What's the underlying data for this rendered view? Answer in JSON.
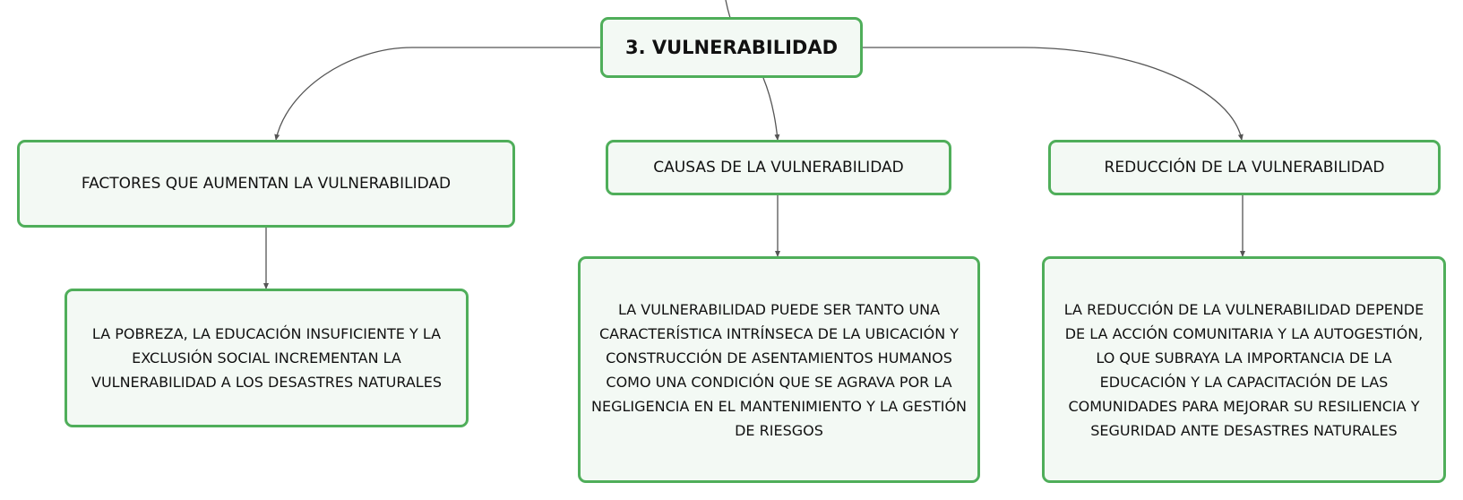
{
  "root": {
    "label": "3. VULNERABILIDAD"
  },
  "branches": [
    {
      "label": "FACTORES QUE AUMENTAN LA VULNERABILIDAD",
      "detail_lines": [
        "LA POBREZA, LA EDUCACIÓN INSUFICIENTE Y LA",
        "EXCLUSIÓN SOCIAL INCREMENTAN LA",
        "VULNERABILIDAD A LOS DESASTRES NATURALES"
      ]
    },
    {
      "label": "CAUSAS DE LA VULNERABILIDAD",
      "detail_lines": [
        "LA VULNERABILIDAD PUEDE SER TANTO UNA",
        "CARACTERÍSTICA INTRÍNSECA DE LA UBICACIÓN Y",
        "CONSTRUCCIÓN DE ASENTAMIENTOS HUMANOS",
        "COMO UNA CONDICIÓN QUE SE AGRAVA POR LA",
        "NEGLIGENCIA EN EL MANTENIMIENTO Y LA GESTIÓN",
        "DE RIESGOS"
      ]
    },
    {
      "label": "REDUCCIÓN DE LA VULNERABILIDAD",
      "detail_lines": [
        "LA REDUCCIÓN DE LA VULNERABILIDAD DEPENDE",
        "DE LA ACCIÓN COMUNITARIA Y LA AUTOGESTIÓN,",
        "LO QUE SUBRAYA LA IMPORTANCIA DE LA",
        "EDUCACIÓN Y LA CAPACITACIÓN DE LAS",
        "COMUNIDADES PARA MEJORAR SU RESILIENCIA Y",
        "SEGURIDAD ANTE DESASTRES NATURALES"
      ]
    }
  ],
  "colors": {
    "node_border": "#4fae5a",
    "node_fill": "#f3f9f4",
    "connector": "#555555"
  }
}
